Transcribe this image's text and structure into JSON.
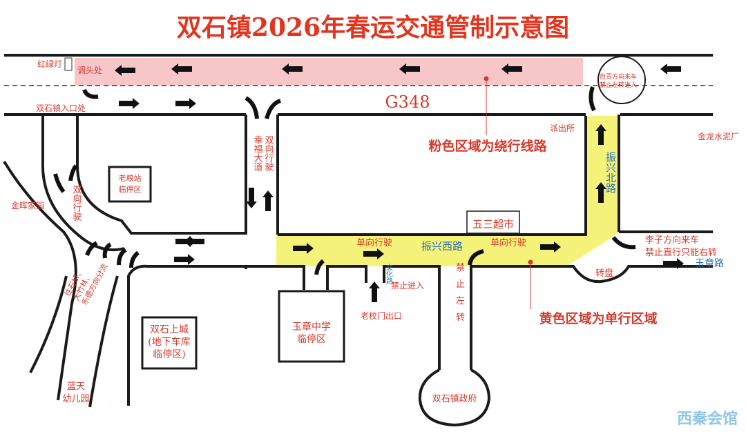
{
  "title": "双石镇2026年春运交通管制示意图",
  "road_g348": "G348",
  "pink_note": "粉色区域为绕行线路",
  "yellow_note": "黄色区域为单行区域",
  "labels": {
    "traffic_light": "红绿灯",
    "u_turn": "调头处",
    "town_entrance": "双石镇入口处",
    "zigong_note_1": "自贡方向来车",
    "zigong_note_2": "禁止左转进入",
    "xingfu_v1": "幸福大道",
    "xingfu_v2": "双向行驶",
    "police": "派出所",
    "jinlong": "金龙水泥厂",
    "zhenxing_north": "振兴北路",
    "old_station": "老粮站",
    "old_station_2": "临停区",
    "jinhui": "金晖家园",
    "two_way": "双向行驶",
    "wusan": "五三超市",
    "one_way_1": "单向行驶",
    "zhenxing_west": "振兴西路",
    "one_way_2": "单向行驶",
    "lizi_1": "李子方向来车",
    "lizi_2": "禁止直行只能右转",
    "yuzhang_road": "玉章路",
    "roundabout": "转盘",
    "wenhua": "文化路",
    "no_entry": "禁止进入",
    "no_left_1": "禁",
    "no_left_2": "止",
    "no_left_3": "左",
    "no_left_4": "转",
    "old_gate": "老校门出口",
    "shicao_1": "往石桥、",
    "shicao_2": "大竹林、",
    "shicao_3": "乐德方向分流",
    "shuangshi_upper_1": "双石上城",
    "shuangshi_upper_2": "(地下车库",
    "shuangshi_upper_3": "临停区)",
    "yuzhang_school_1": "玉章中学",
    "yuzhang_school_2": "临停区",
    "kindergarten_1": "蓝天",
    "kindergarten_2": "幼儿园",
    "gov": "双石镇政府",
    "watermark": "西秦会馆"
  },
  "colors": {
    "pink_zone": "#f7c6c9",
    "yellow_zone": "#f5f27a",
    "label_red": "#d63a2c",
    "blue_text": "#2a6fb5"
  }
}
